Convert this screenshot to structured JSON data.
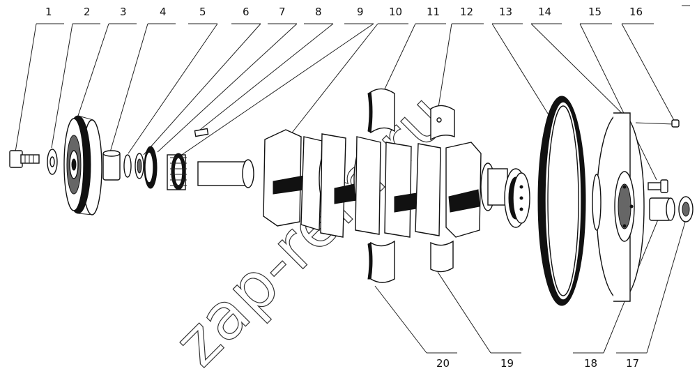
{
  "diagram": {
    "watermark": "zap-rem.ru",
    "callouts": {
      "c1": "1",
      "c2": "2",
      "c3": "3",
      "c4": "4",
      "c5": "5",
      "c6": "6",
      "c7": "7",
      "c8": "8",
      "c9": "9",
      "c10": "10",
      "c11": "11",
      "c12": "12",
      "c13": "13",
      "c14": "14",
      "c15": "15",
      "c16": "16",
      "c17": "17",
      "c18": "18",
      "c19": "19",
      "c20": "20"
    }
  }
}
